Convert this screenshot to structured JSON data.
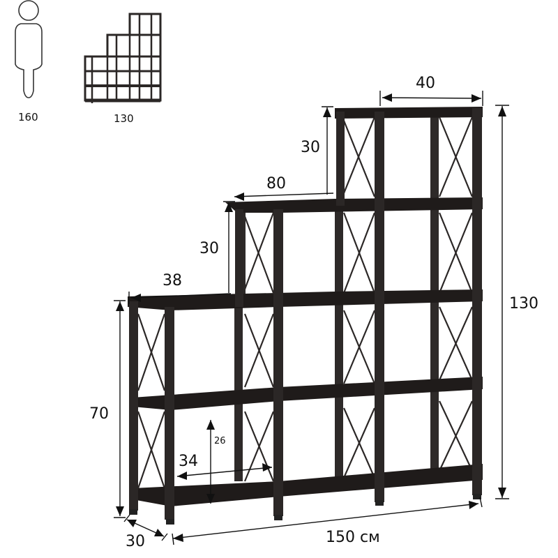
{
  "legend": {
    "person_height": "160",
    "shelf_height": "130"
  },
  "dimensions": {
    "top_width": "40",
    "top_tier_height": "30",
    "middle_width": "80",
    "middle_tier_height": "30",
    "lower_width": "38",
    "lower_height": "70",
    "total_height": "130",
    "cell_width": "34",
    "cell_height": "26",
    "depth": "30",
    "total_width": "150 см"
  },
  "colors": {
    "frame": "#2b2726",
    "background": "#ffffff"
  }
}
